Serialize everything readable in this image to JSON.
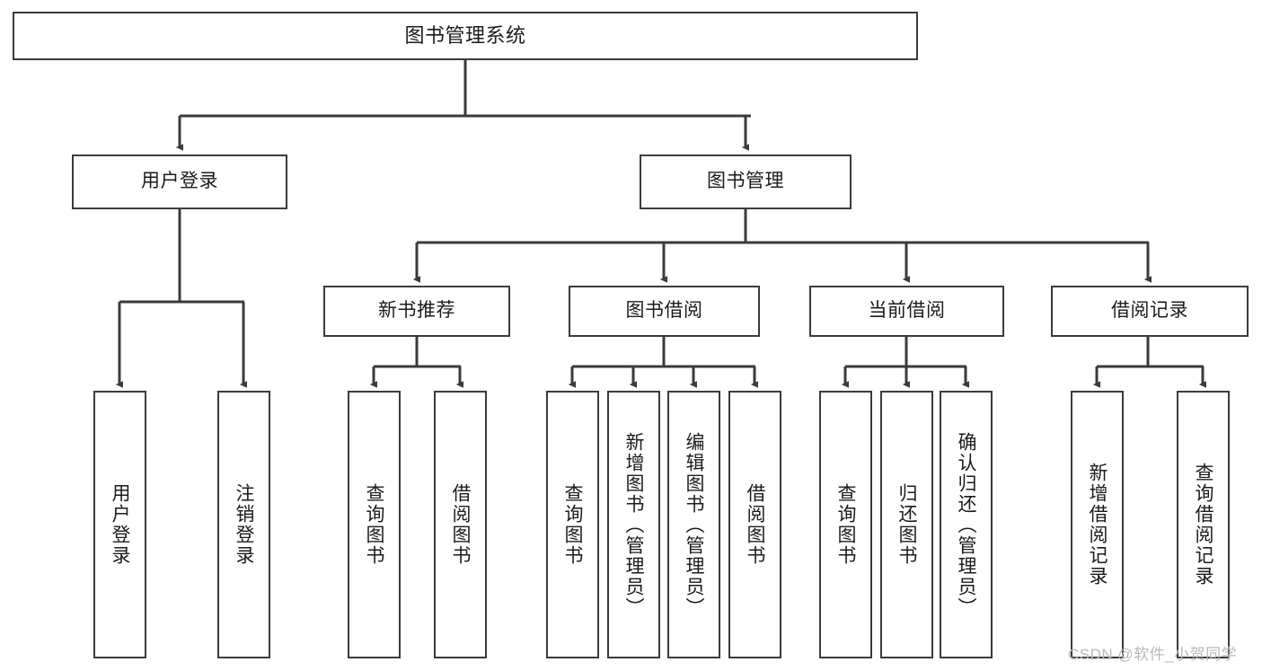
{
  "diagram": {
    "title": "图书管理系统",
    "type": "tree-hierarchy",
    "stroke_color": "#3b3b3b",
    "background_color": "#ffffff",
    "text_color": "#1b1b1b"
  },
  "nodes": {
    "root": {
      "label": "图书管理系统",
      "level": 1
    },
    "user_login": {
      "label": "用户登录",
      "level": 2
    },
    "book_manage": {
      "label": "图书管理",
      "level": 2
    },
    "new_book_rec": {
      "label": "新书推荐",
      "level": 3
    },
    "book_borrow": {
      "label": "图书借阅",
      "level": 3
    },
    "current_borrow": {
      "label": "当前借阅",
      "level": 3
    },
    "borrow_record": {
      "label": "借阅记录",
      "level": 3
    },
    "leaf_user_login": {
      "label": "用户登录",
      "level": 4
    },
    "leaf_logout": {
      "label": "注销登录",
      "level": 4
    },
    "leaf_query_book_1": {
      "label": "查询图书",
      "level": 4
    },
    "leaf_borrow_book_1": {
      "label": "借阅图书",
      "level": 4
    },
    "leaf_query_book_2": {
      "label": "查询图书",
      "level": 4
    },
    "leaf_add_book_admin": {
      "label": "新增图书（管理员）",
      "level": 4
    },
    "leaf_edit_book_admin": {
      "label": "编辑图书（管理员）",
      "level": 4
    },
    "leaf_borrow_book_2": {
      "label": "借阅图书",
      "level": 4
    },
    "leaf_query_book_3": {
      "label": "查询图书",
      "level": 4
    },
    "leaf_return_book": {
      "label": "归还图书",
      "level": 4
    },
    "leaf_confirm_return_admin": {
      "label": "确认归还（管理员）",
      "level": 4
    },
    "leaf_add_record": {
      "label": "新增借阅记录",
      "level": 4
    },
    "leaf_query_record": {
      "label": "查询借阅记录",
      "level": 4
    }
  },
  "watermark": {
    "text": "CSDN @软件_小贺同学"
  }
}
